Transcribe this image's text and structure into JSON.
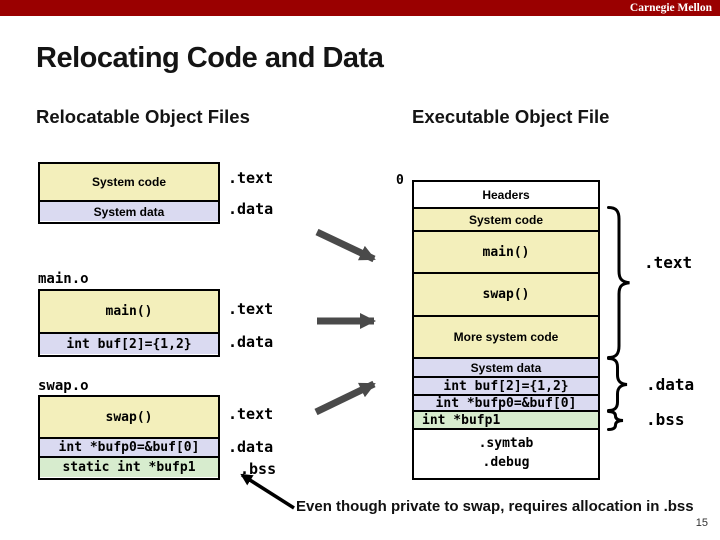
{
  "slide": {
    "brand": "Carnegie Mellon",
    "title": "Relocating Code and Data",
    "footnote": "Even though private to swap, requires allocation in .bss",
    "page_number": "15"
  },
  "left": {
    "heading": "Relocatable Object Files",
    "system_box": {
      "sections": [
        {
          "label": "System code",
          "tag": ".text"
        },
        {
          "label": "System data",
          "tag": ".data"
        }
      ]
    },
    "main_o": {
      "name": "main.o",
      "sections": [
        {
          "label": "main()",
          "tag": ".text"
        },
        {
          "label": "int buf[2]={1,2}",
          "tag": ".data"
        }
      ]
    },
    "swap_o": {
      "name": "swap.o",
      "sections": [
        {
          "label": "swap()",
          "tag": ".text"
        },
        {
          "label": "int *bufp0=&buf[0]",
          "tag": ".data"
        },
        {
          "label": "static int *bufp1",
          "tag": ".bss"
        }
      ]
    }
  },
  "right": {
    "heading": "Executable Object File",
    "address_label": "0",
    "sections": [
      {
        "label": "Headers"
      },
      {
        "label": "System code"
      },
      {
        "label": "main()"
      },
      {
        "label": "swap()"
      },
      {
        "label": "More system code"
      },
      {
        "label": "System data"
      },
      {
        "label": "int buf[2]={1,2}"
      },
      {
        "label": "int *bufp0=&buf[0]"
      },
      {
        "label": "int *bufp1"
      },
      {
        "label": ".symtab",
        "label2": ".debug"
      }
    ],
    "braces": [
      {
        "label": ".text"
      },
      {
        "label": ".data"
      },
      {
        "label": ".bss"
      }
    ]
  },
  "colors": {
    "bar_red": "#9a0000",
    "section_yellow": "#f3efbb",
    "section_lavender": "#dadaf1",
    "section_green": "#d7ecce",
    "arrow_gray": "#4a4a4a"
  }
}
